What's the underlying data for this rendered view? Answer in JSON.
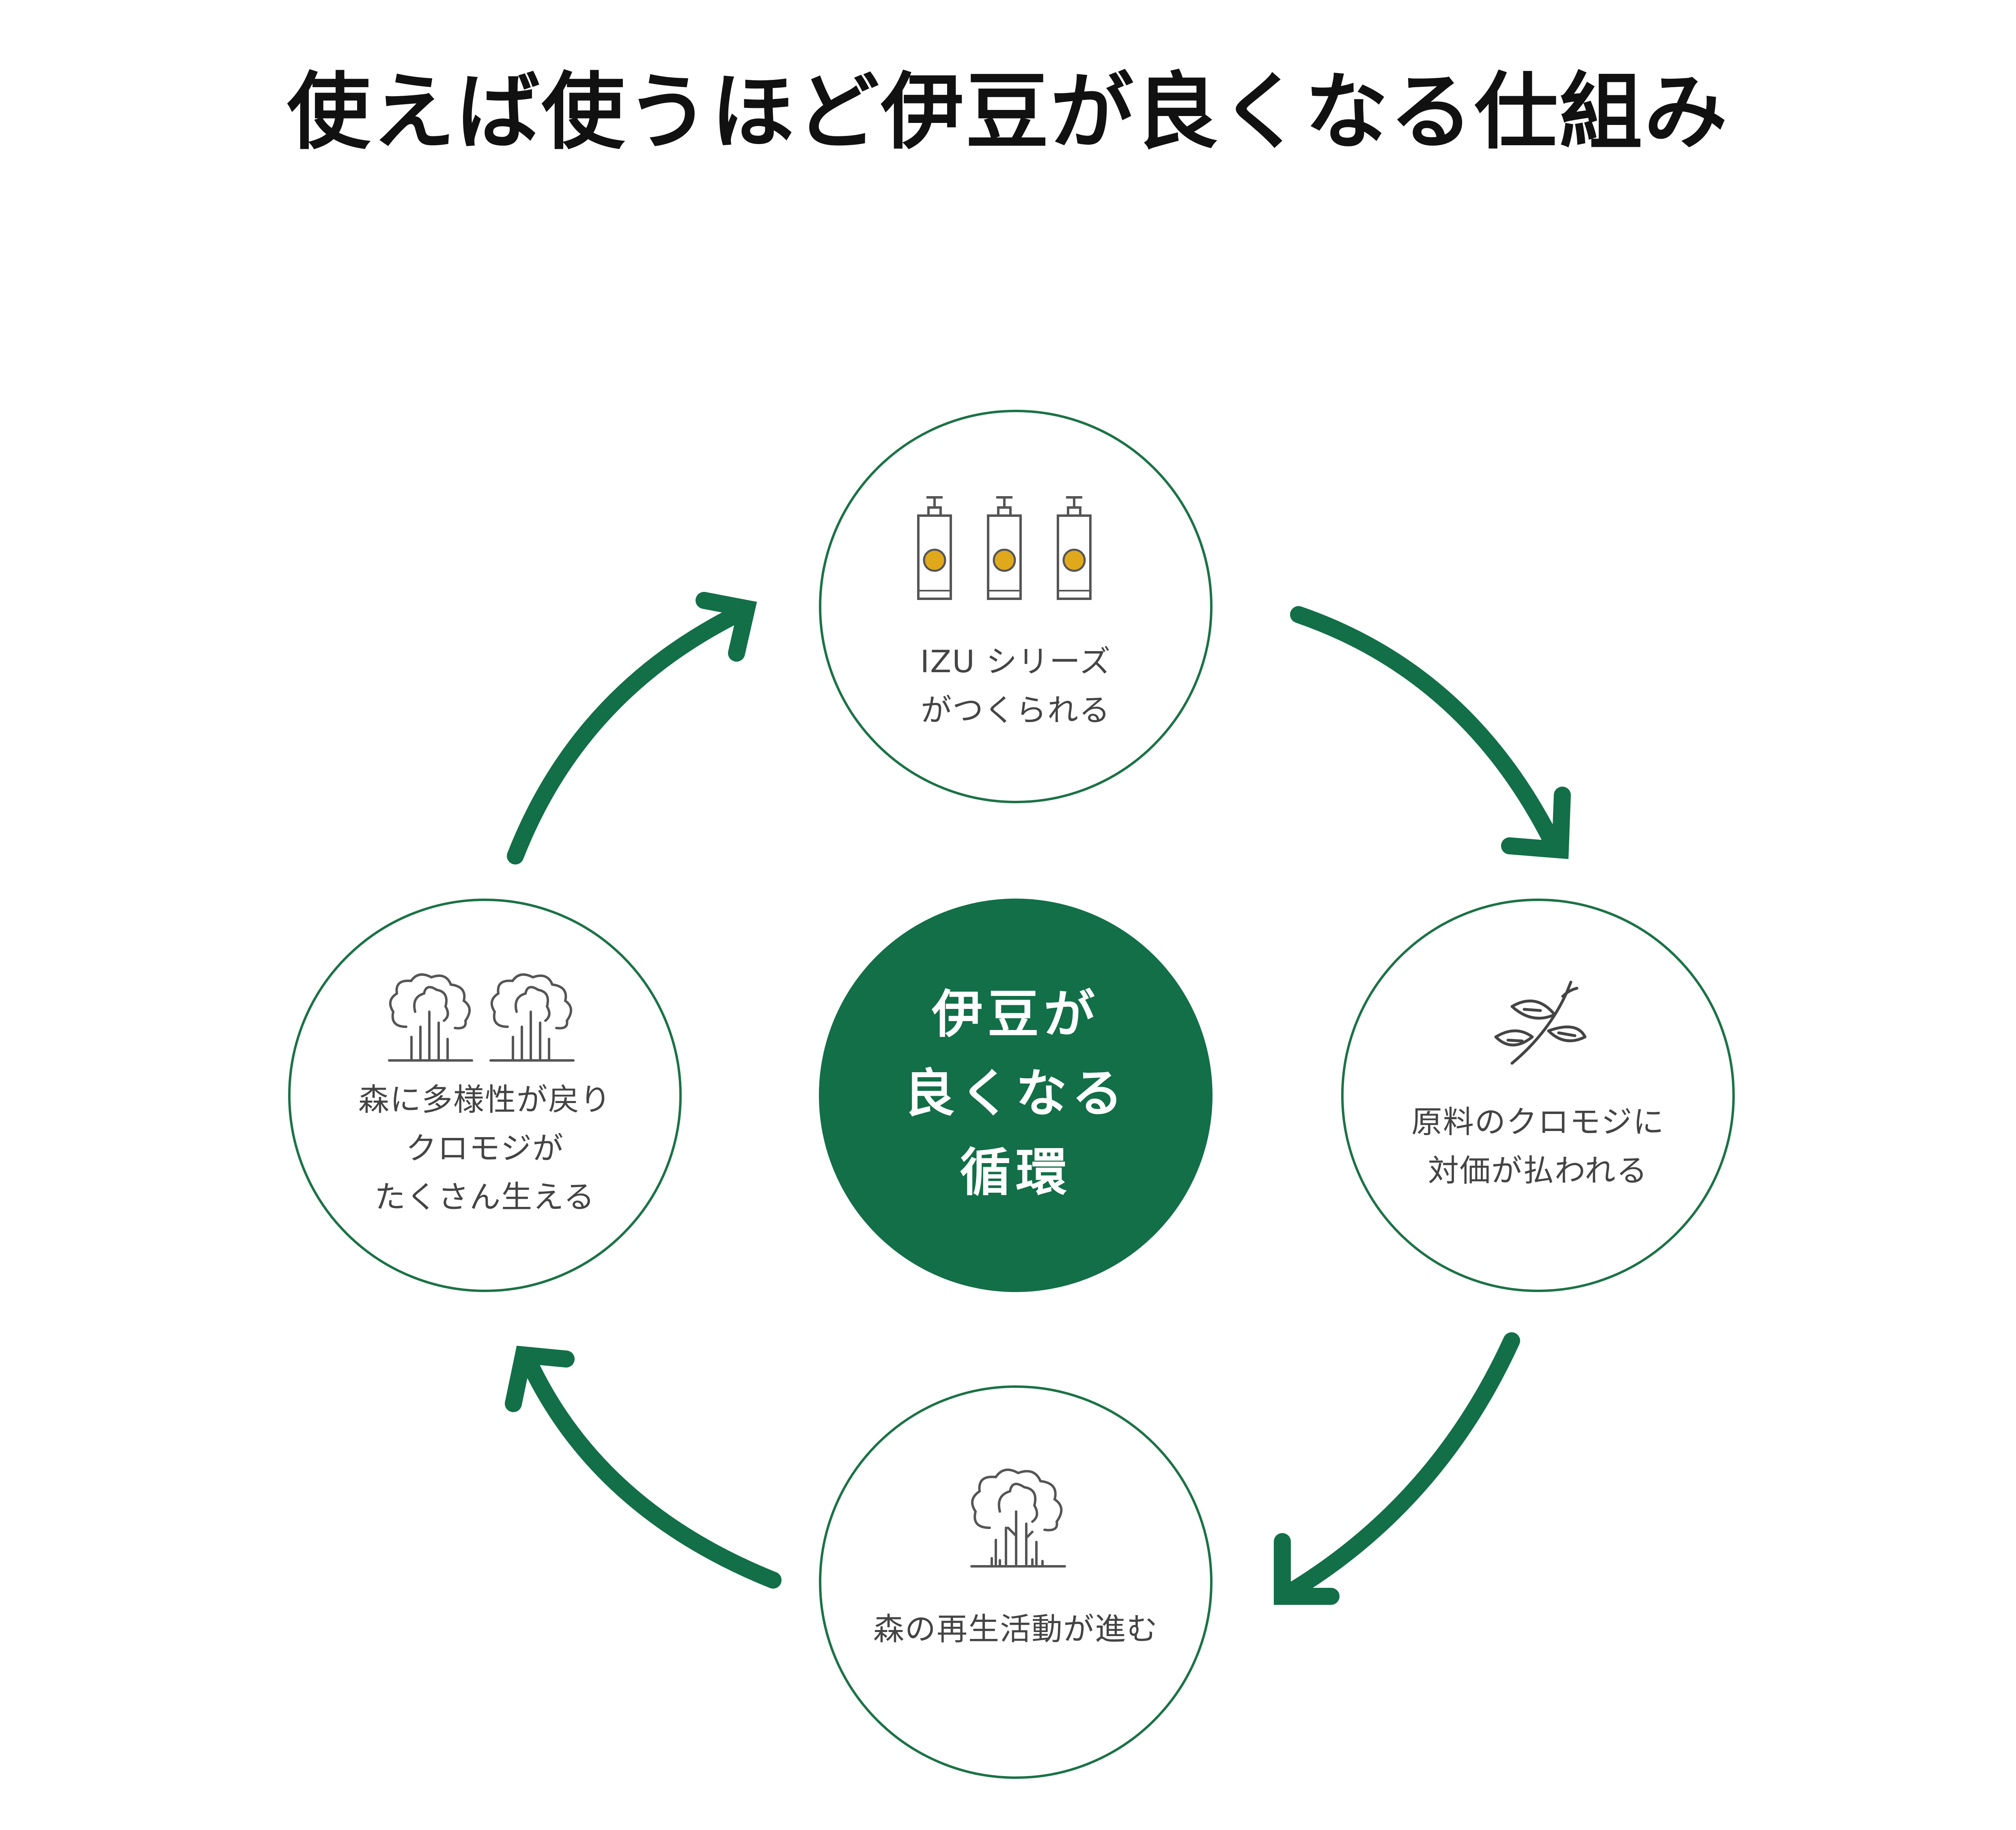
{
  "title": "使えば使うほど伊豆が良くなる仕組み",
  "colors": {
    "accent": "#126f47",
    "ring": "#1b7246",
    "text": "#444444",
    "product_dot": "#e0a91c"
  },
  "center": {
    "lines": [
      "伊豆が",
      "良くなる",
      "循環"
    ]
  },
  "nodes": {
    "top": {
      "icon": "bottles-icon",
      "lines": [
        "IZU シリーズ",
        "がつくられる"
      ]
    },
    "right": {
      "icon": "branch-leaves-icon",
      "lines": [
        "原料のクロモジに",
        "対価が払われる"
      ]
    },
    "bottom": {
      "icon": "tree-icon",
      "lines": [
        "森の再生活動が進む"
      ]
    },
    "left": {
      "icon": "trees-icon",
      "lines": [
        "森に多様性が戻り",
        "クロモジが",
        "たくさん生える"
      ]
    }
  },
  "arrows": [
    "top-to-right",
    "right-to-bottom",
    "bottom-to-left",
    "left-to-top"
  ]
}
